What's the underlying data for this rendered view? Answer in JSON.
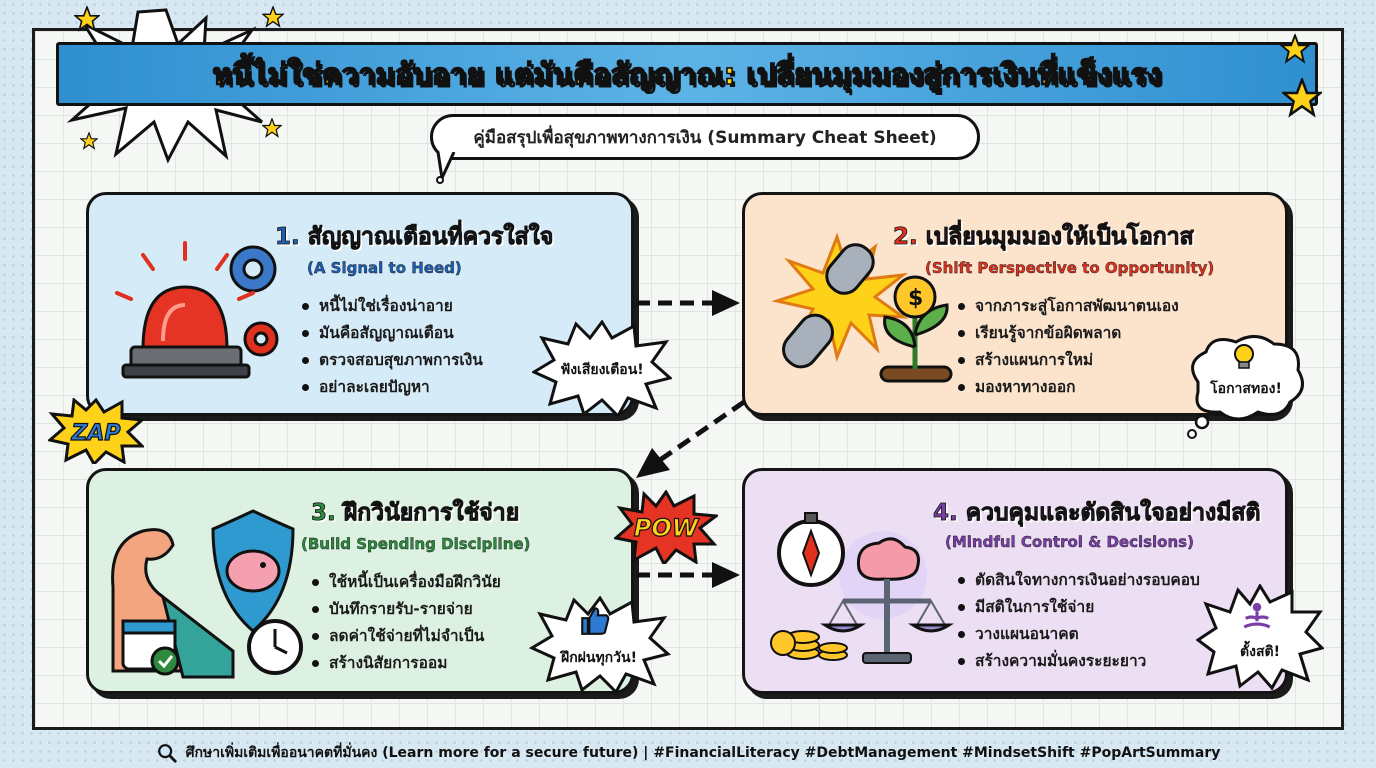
{
  "title": "หนี้ไม่ใช่ความอับอาย แต่มันคือสัญญาณ: เปลี่ยนมุมมองสู่การเงินที่แข็งแรง",
  "subtitle": "คู่มือสรุปเพื่อสุขภาพทางการเงิน (Summary Cheat Sheet)",
  "cards": [
    {
      "title": "1. สัญญาณเตือนที่ควรใส่ใจ",
      "subtitle": "(A Signal to Heed)",
      "color": "#1e5fb3",
      "bullets": [
        "หนี้ไม่ใช่เรื่องน่าอาย",
        "มันคือสัญญาณเตือน",
        "ตรวจสอบสุขภาพการเงิน",
        "อย่าละเลยปัญหา"
      ],
      "bubble": "ฟังเสียงเตือน!",
      "icon": "alarm-siren-icon"
    },
    {
      "title": "2. เปลี่ยนมุมมองให้เป็นโอกาส",
      "subtitle": "(Shift Perspective to Opportunity)",
      "color": "#e0301e",
      "bullets": [
        "จากภาระสู่โอกาสพัฒนาตนเอง",
        "เรียนรู้จากข้อผิดพลาด",
        "สร้างแผนการใหม่",
        "มองหาทางออก"
      ],
      "bubble": "โอกาสทอง!",
      "icon": "broken-chain-icon"
    },
    {
      "title": "3. ฝึกวินัยการใช้จ่าย",
      "subtitle": "(Build Spending Discipline)",
      "color": "#2e8a3e",
      "bullets": [
        "ใช้หนี้เป็นเครื่องมือฝึกวินัย",
        "บันทึกรายรับ-รายจ่าย",
        "ลดค่าใช้จ่ายที่ไม่จำเป็น",
        "สร้างนิสัยการออม"
      ],
      "bubble": "ฝึกฝนทุกวัน!",
      "icon": "piggy-shield-icon"
    },
    {
      "title": "4. ควบคุมและตัดสินใจอย่างมีสติ",
      "subtitle": "(Mindful Control & Decisions)",
      "color": "#7a3ea8",
      "bullets": [
        "ตัดสินใจทางการเงินอย่างรอบคอบ",
        "มีสติในการใช้จ่าย",
        "วางแผนอนาคต",
        "สร้างความมั่นคงระยะยาว"
      ],
      "bubble": "ตั้งสติ!",
      "icon": "brain-scale-icon"
    }
  ],
  "stickers": {
    "zap": "ZAP",
    "pow": "POW"
  },
  "footer": "ศึกษาเพิ่มเติมเพื่ออนาคตที่มั่นคง (Learn more for a secure future) | #FinancialLiteracy #DebtManagement #MindsetShift #PopArtSummary"
}
